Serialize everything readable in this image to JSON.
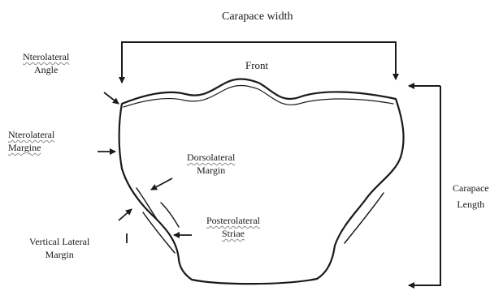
{
  "labels": {
    "carapace_width": "Carapace width",
    "front": "Front",
    "anterolateral_angle": [
      "Nterolateral",
      "Angle"
    ],
    "anterolateral_margin": [
      "Nterolateral",
      "Margine"
    ],
    "dorsolateral_margin": [
      "Dorsolateral",
      "Margin"
    ],
    "posterolateral_striae": [
      "Posterolateral",
      "Striae"
    ],
    "vertical_lateral_margin": [
      "Vertical Lateral",
      "Margin"
    ],
    "carapace_length": [
      "Carapace",
      "Length"
    ]
  },
  "colors": {
    "line": "#1a1a1a",
    "background": "#ffffff"
  }
}
